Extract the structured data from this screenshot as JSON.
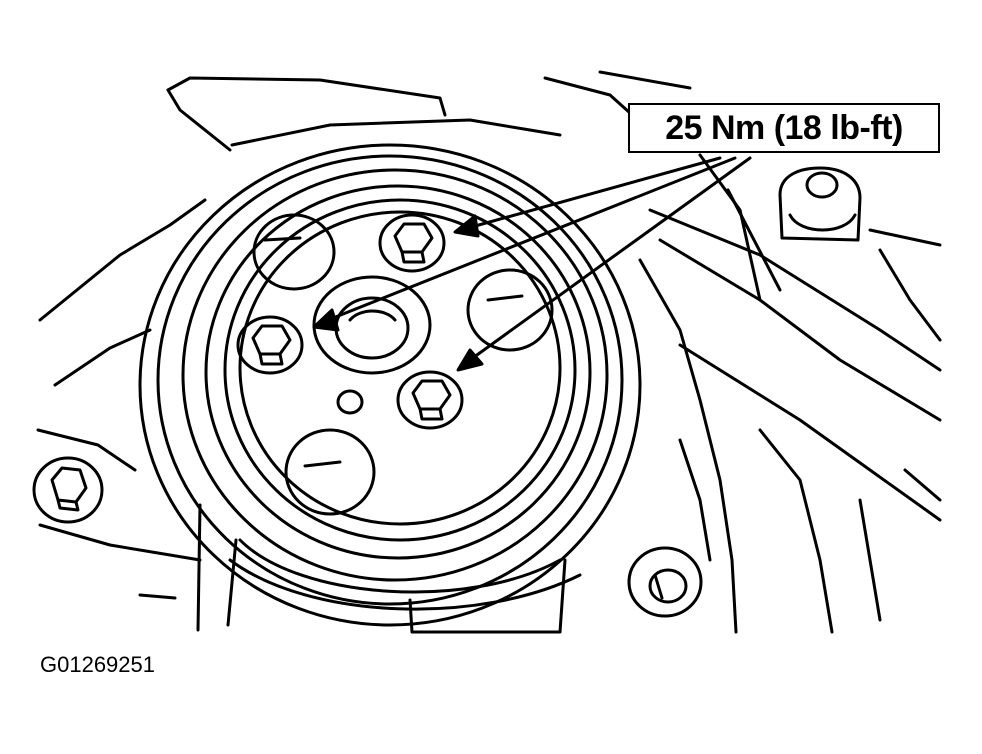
{
  "callout": {
    "torque_label": "25 Nm (18 lb-ft)"
  },
  "figure": {
    "id": "G01269251"
  },
  "colors": {
    "line": "#000000",
    "background": "#ffffff"
  },
  "parts": {
    "bolts_indicated": 3
  }
}
